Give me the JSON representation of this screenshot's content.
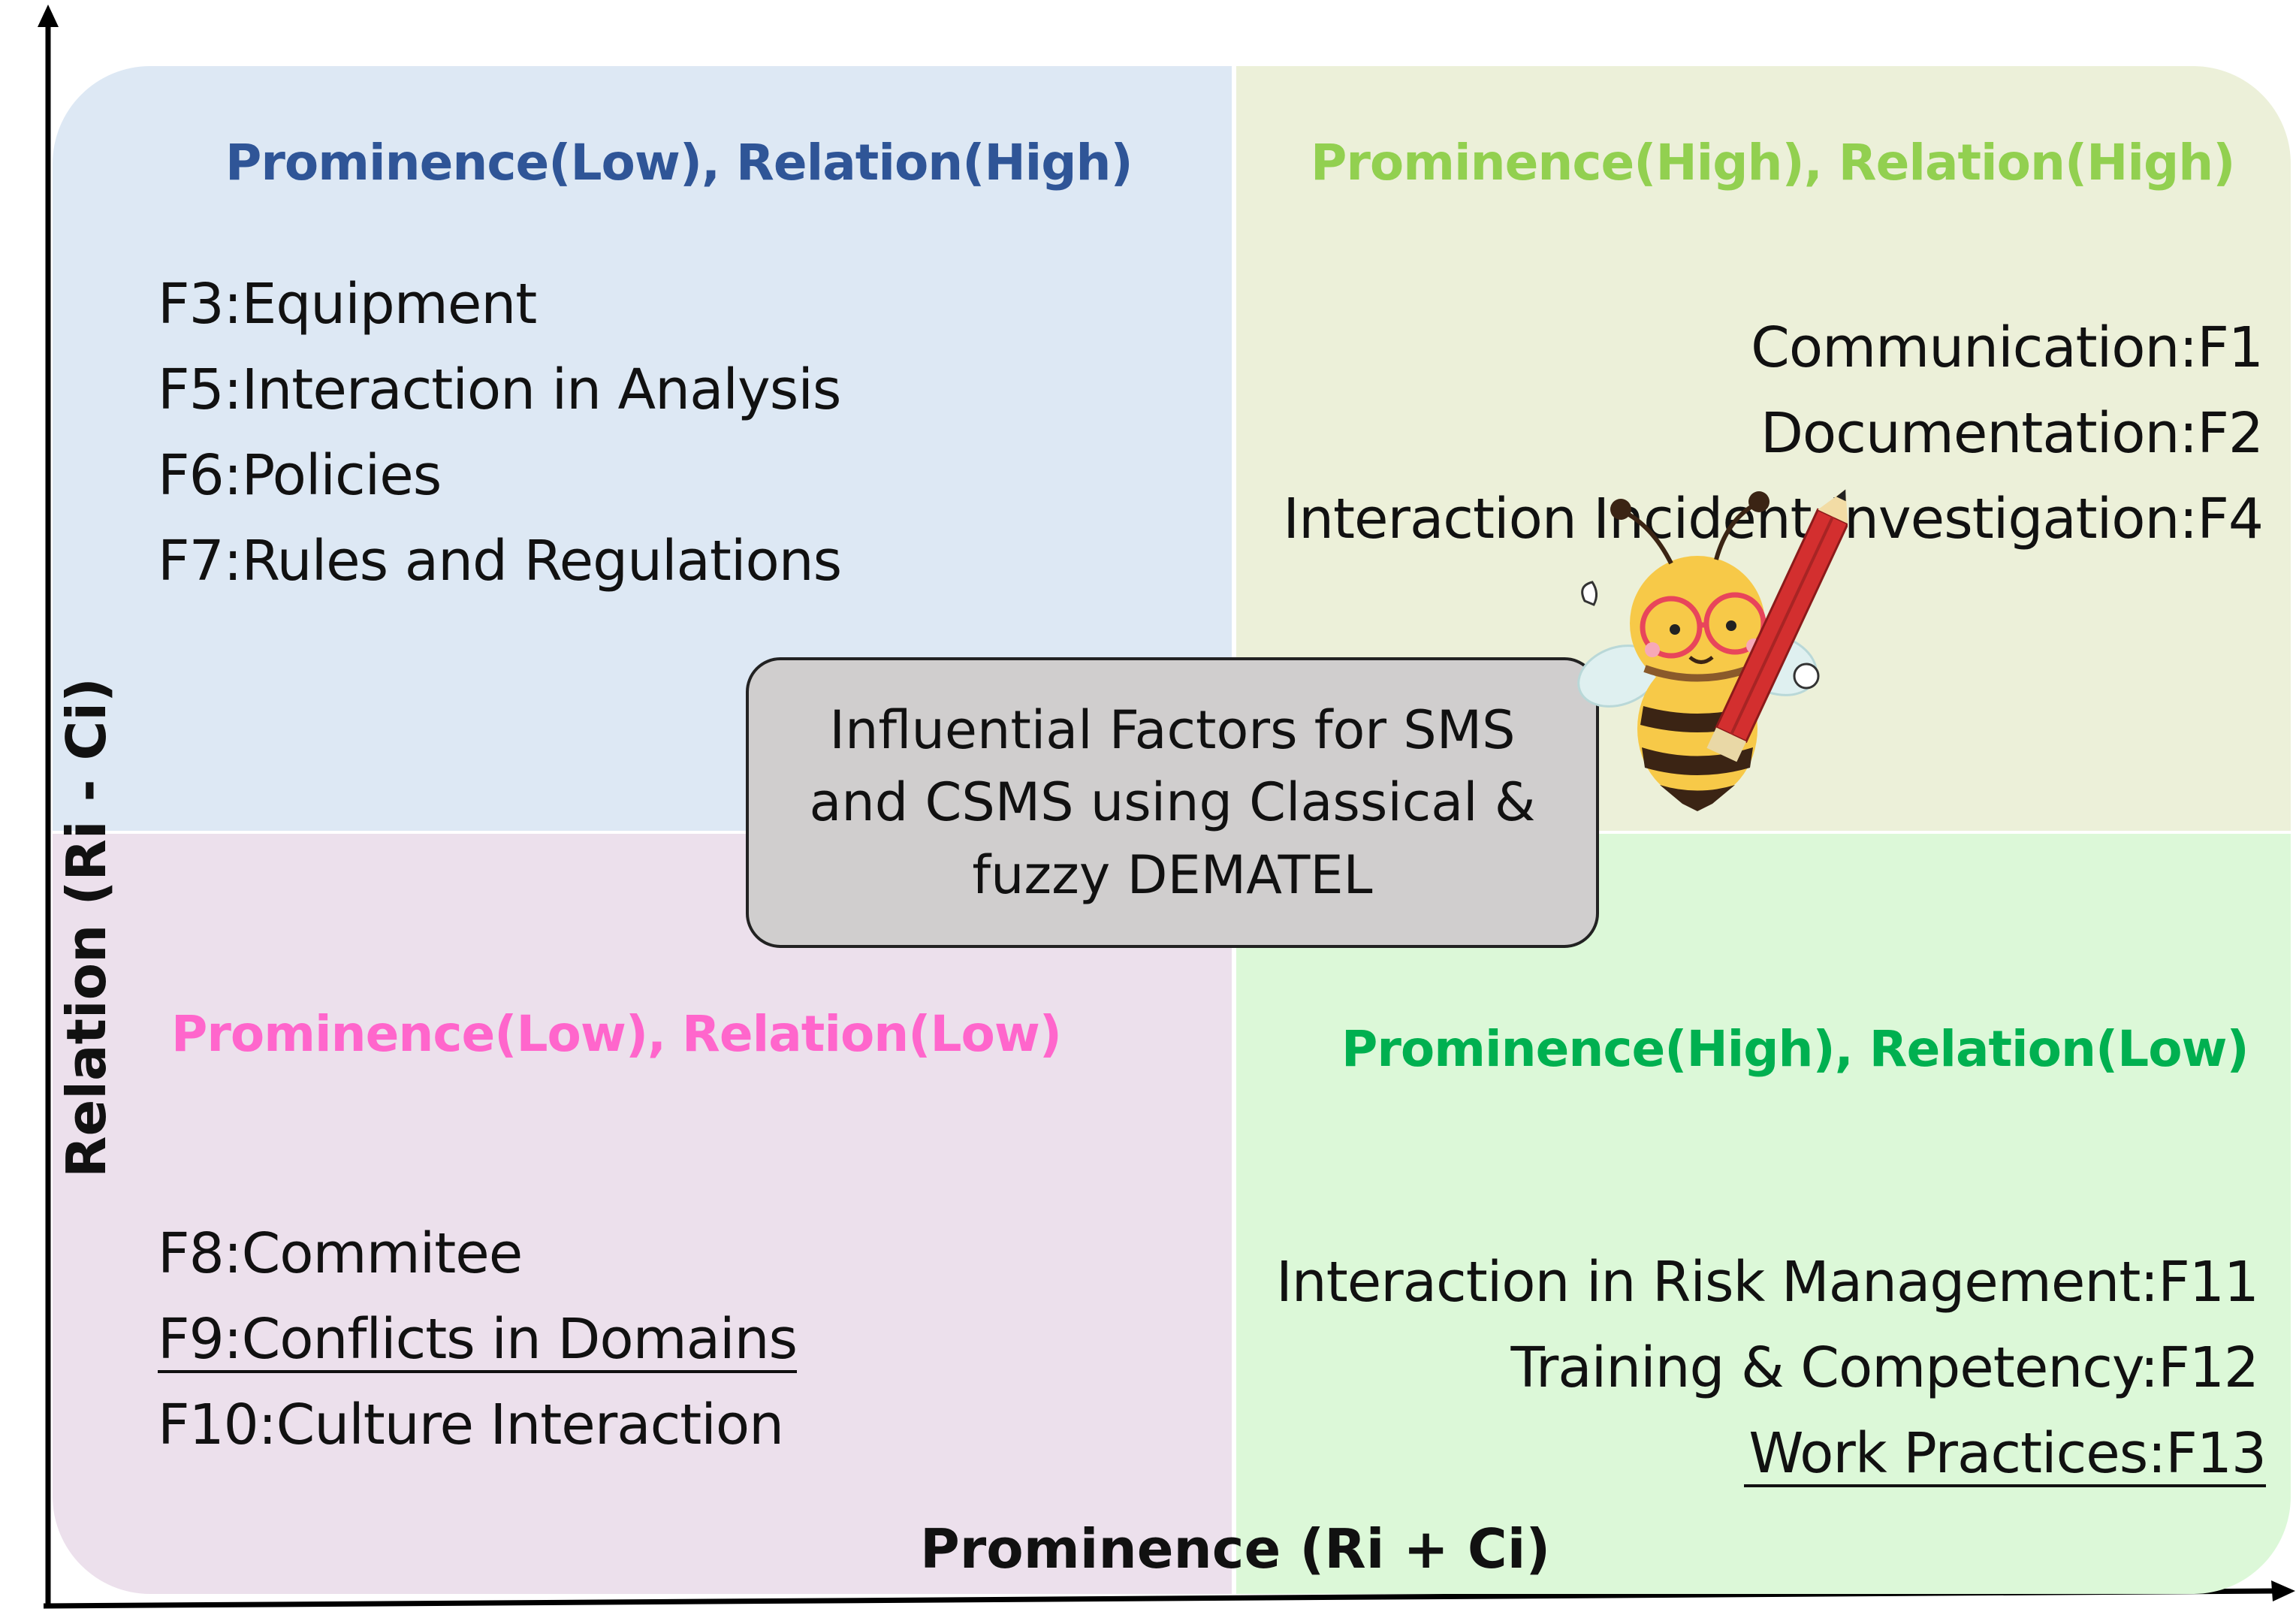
{
  "axes": {
    "x_label": "Prominence (Ri + Ci)",
    "y_label": "Relation (Ri - Ci)"
  },
  "quadrants": {
    "top_left": {
      "title": "Prominence(Low), Relation(High)",
      "title_color": "#2f5597",
      "background": "#dde8f4",
      "items": [
        "F3:Equipment",
        "F5:Interaction in Analysis",
        "F6:Policies",
        "F7:Rules and Regulations"
      ]
    },
    "top_right": {
      "title": "Prominence(High), Relation(High)",
      "title_color": "#92d050",
      "background": "#ecf0d9",
      "items": [
        "Communication:F1",
        "Documentation:F2",
        "Interaction Incident Investigation:F4"
      ]
    },
    "bottom_left": {
      "title": "Prominence(Low), Relation(Low)",
      "title_color": "#ff66cc",
      "background": "#ece0ec",
      "items": [
        "F8:Commitee",
        "F9:Conflicts in Domains",
        "F10:Culture Interaction"
      ]
    },
    "bottom_right": {
      "title": "Prominence(High), Relation(Low)",
      "title_color": "#00b050",
      "background": "#dcf8d8",
      "items": [
        "Interaction in Risk Management:F11",
        "Training & Competency:F12",
        "Work Practices:F13"
      ]
    }
  },
  "center_box": {
    "text": "Influential Factors for SMS and CSMS using Classical & fuzzy DEMATEL"
  },
  "decoration": {
    "icon": "bee-with-pencil-icon"
  }
}
